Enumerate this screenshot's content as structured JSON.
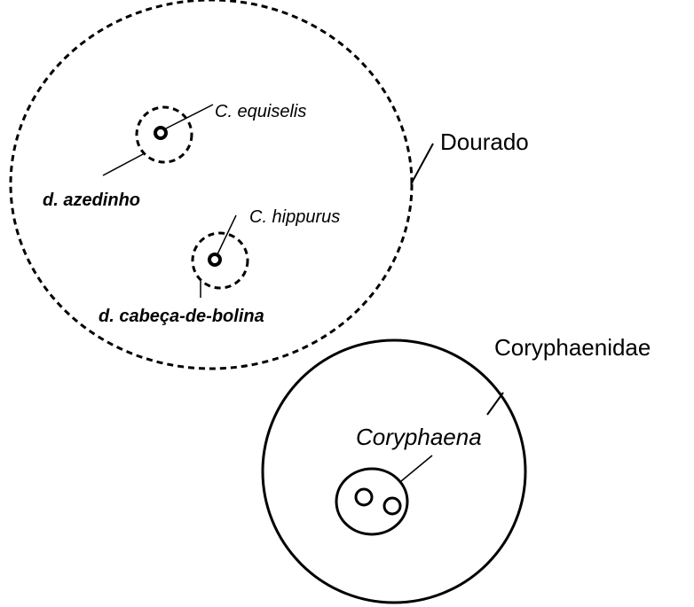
{
  "colors": {
    "stroke": "#000000",
    "background": "#ffffff"
  },
  "labels": {
    "dourado": "Dourado",
    "c_equiselis": "C. equiselis",
    "d_azedinho": "d. azedinho",
    "c_hippurus": "C. hippurus",
    "d_cabeca_de_bolina": "d. cabeça-de-bolina",
    "coryphaenidae": "Coryphaenidae",
    "coryphaena": "Coryphaena"
  }
}
